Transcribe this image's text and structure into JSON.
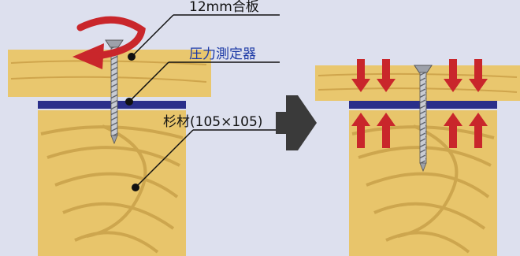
{
  "labels": {
    "plywood": "12mm合板",
    "sensor": "圧力測定器",
    "timber": "杉材(105×105)"
  },
  "colors": {
    "background": "#dde0ee",
    "wood": "#e8c56b",
    "wood_grain": "#c9a14a",
    "sensor": "#2a2f8a",
    "arrow_red": "#c9262b",
    "step_arrow": "#3a3a3a",
    "screw": "#b9bcc4"
  },
  "icons": {
    "rotation": "rotation-arrow-icon",
    "step": "right-arrow-icon",
    "pressure": "compression-arrow-icon",
    "screw": "screw-icon"
  }
}
